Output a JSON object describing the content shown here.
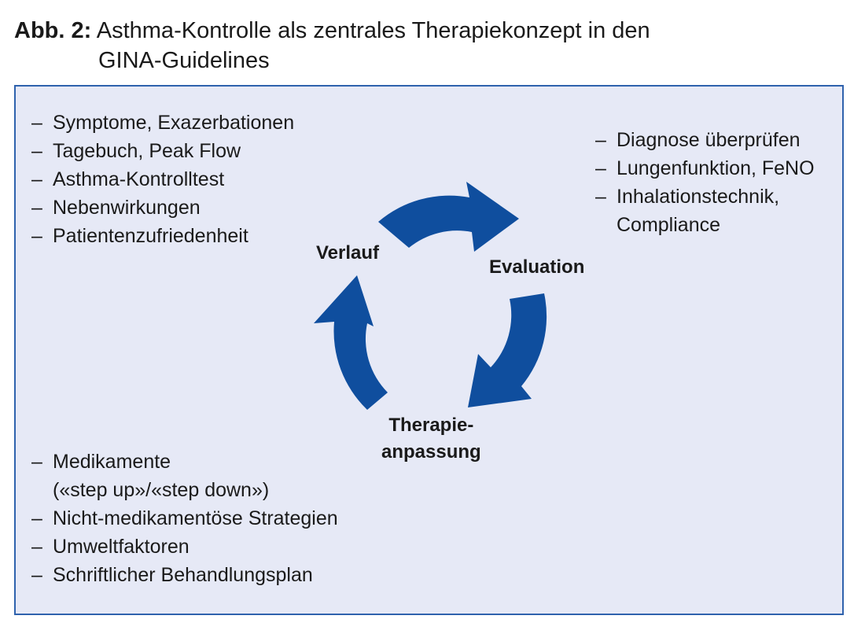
{
  "figure": {
    "label": "Abb. 2:",
    "title_line1": "Asthma-Kontrolle als zentrales Therapiekonzept in den",
    "title_line2": "GINA-Guidelines"
  },
  "colors": {
    "accent": "#0f4e9e",
    "panel_bg": "#e6e9f6",
    "panel_border": "#2f62ad"
  },
  "cycle": {
    "stages": [
      "Verlauf",
      "Evaluation",
      "Therapie-",
      "anpassung"
    ]
  },
  "lists": {
    "top_left": [
      "Symptome, Exazerbationen",
      "Tagebuch, Peak Flow",
      "Asthma-Kontrolltest",
      "Nebenwirkungen",
      "Patientenzufriedenheit"
    ],
    "top_right": [
      "Diagnose überprüfen",
      "Lungenfunktion, FeNO",
      "Inhalationstechnik,",
      "Compliance"
    ],
    "bottom_left": [
      "Medikamente",
      "(«step up»/«step down»)",
      "Nicht-medikamentöse Strategien",
      "Umweltfaktoren",
      "Schriftlicher Behandlungsplan"
    ]
  }
}
